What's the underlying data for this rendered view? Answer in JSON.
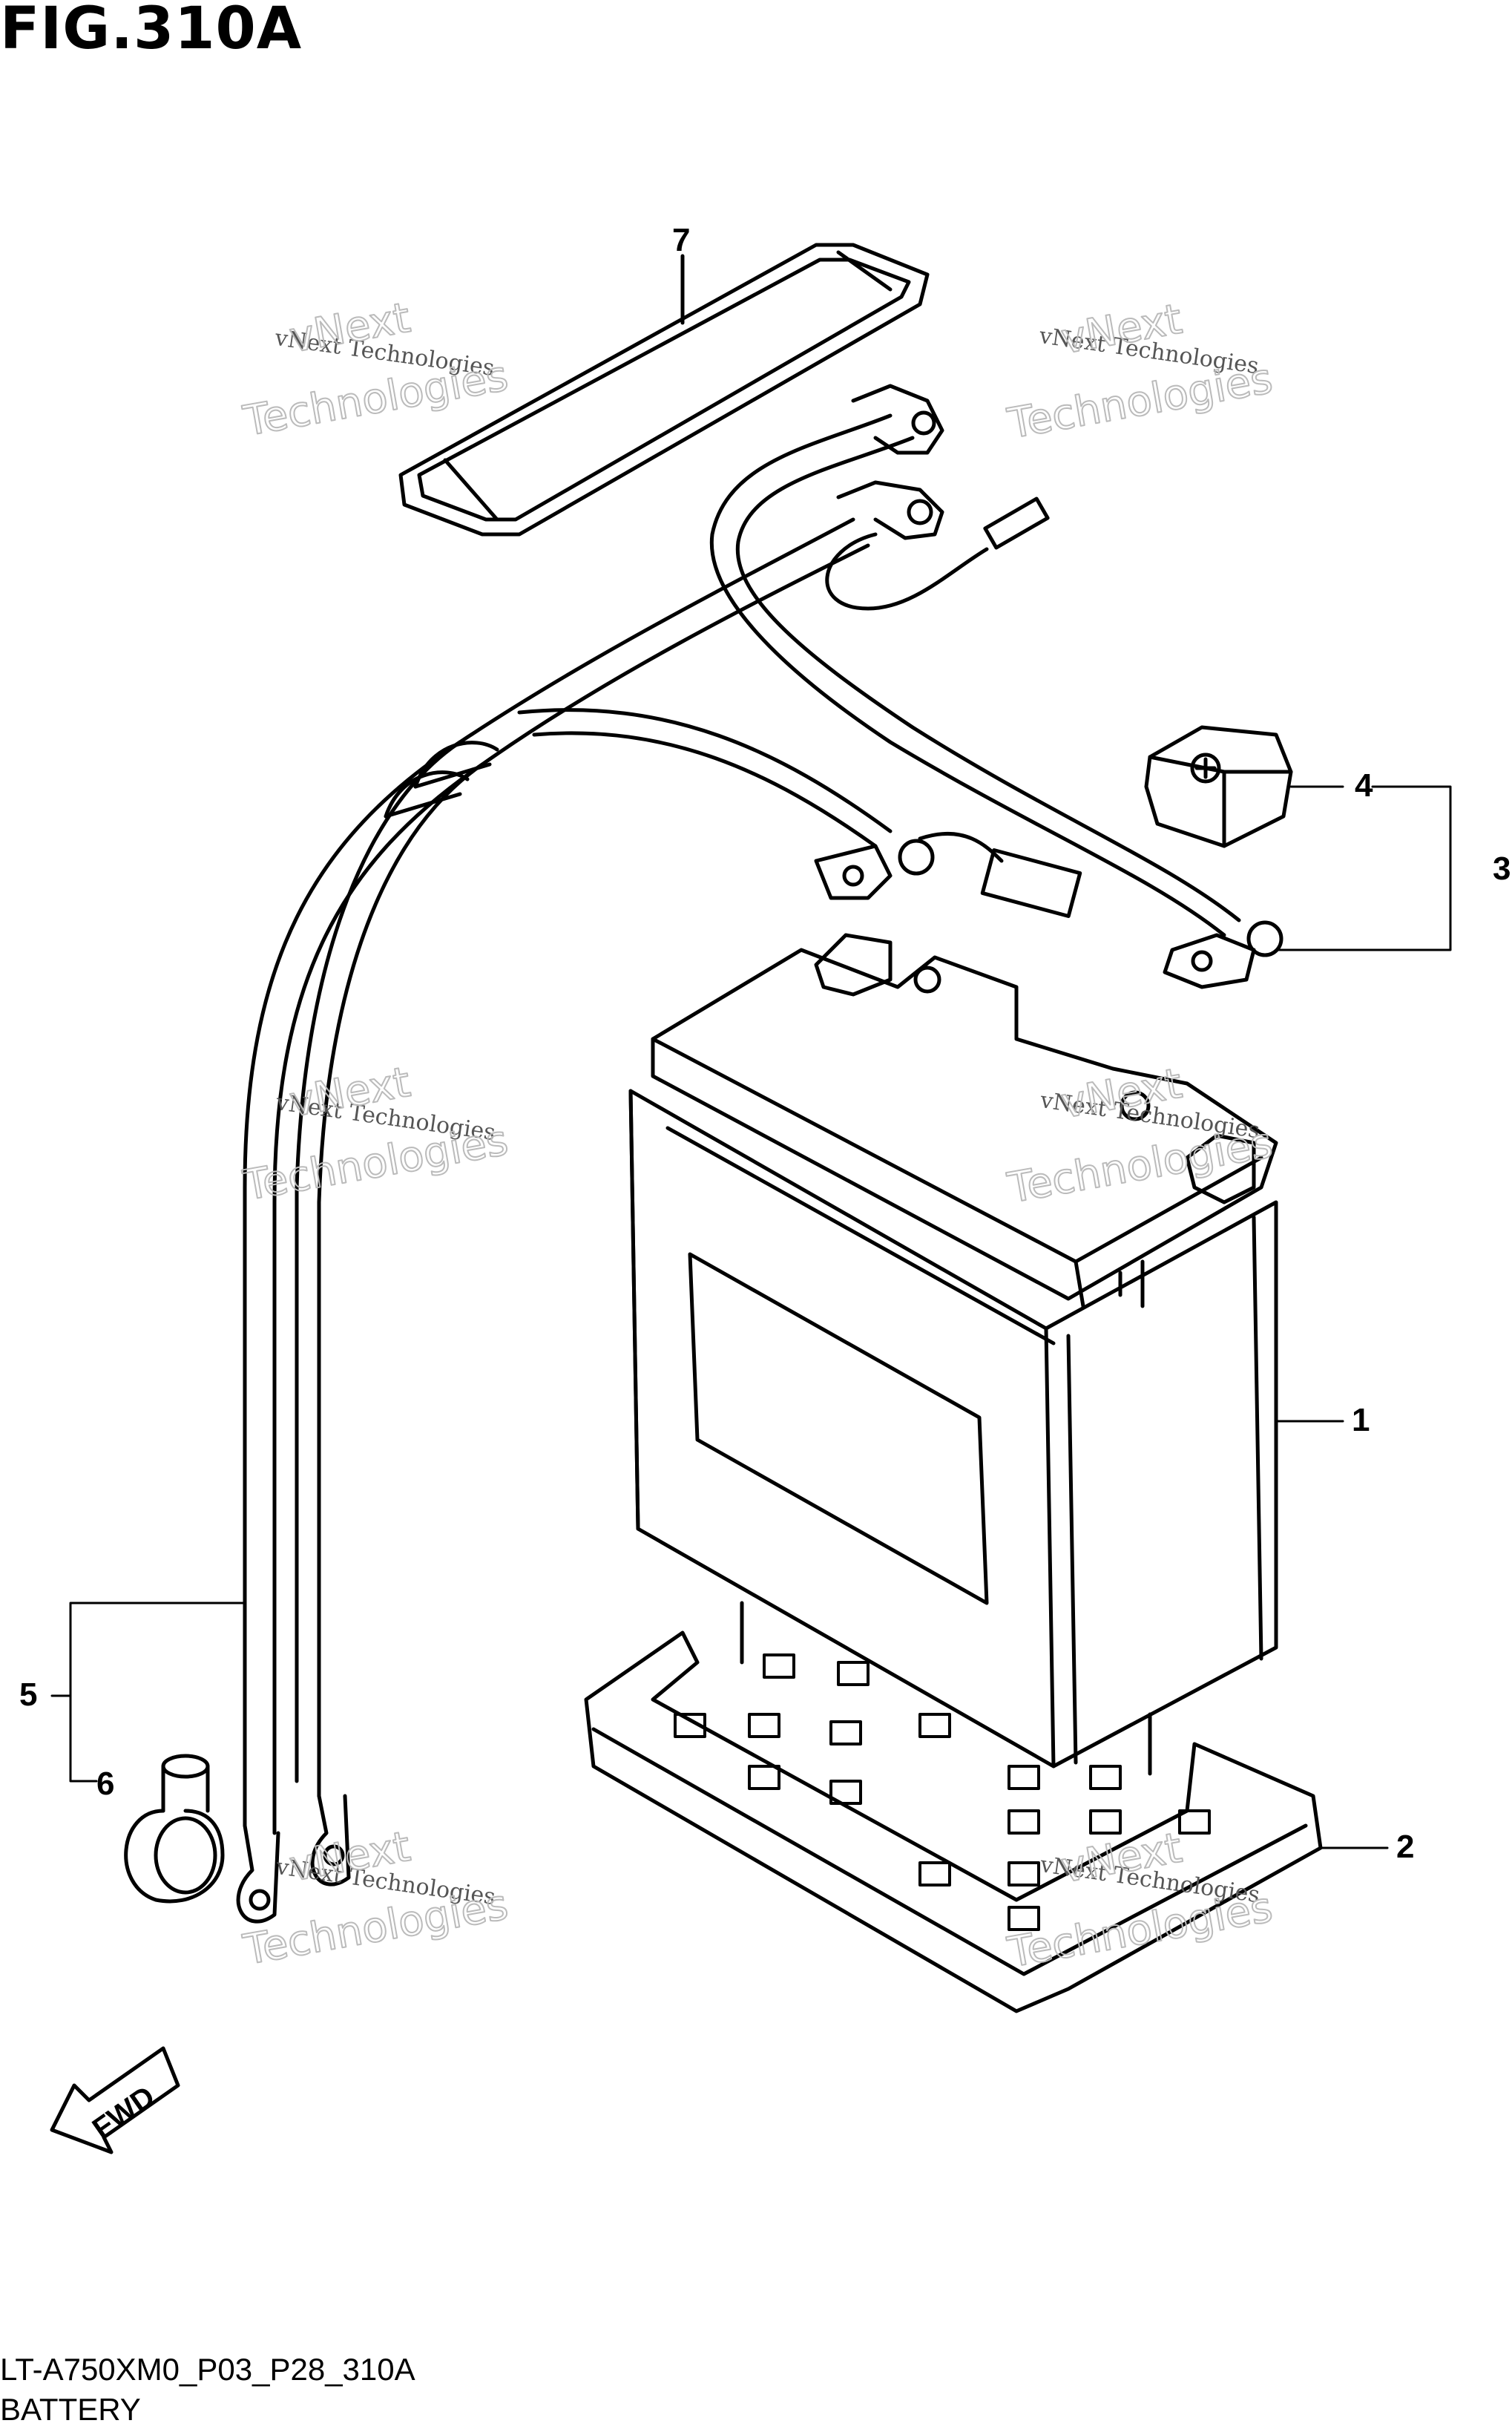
{
  "figure": {
    "title": "FIG.310A",
    "code": "LT-A750XM0_P03_P28_310A",
    "name": "BATTERY"
  },
  "callouts": [
    "1",
    "2",
    "3",
    "4",
    "5",
    "6",
    "7"
  ],
  "fwd_label": "FWD",
  "watermark": {
    "line1": "vNext Technologies",
    "line2": "vNext",
    "line3": "Technologies"
  }
}
